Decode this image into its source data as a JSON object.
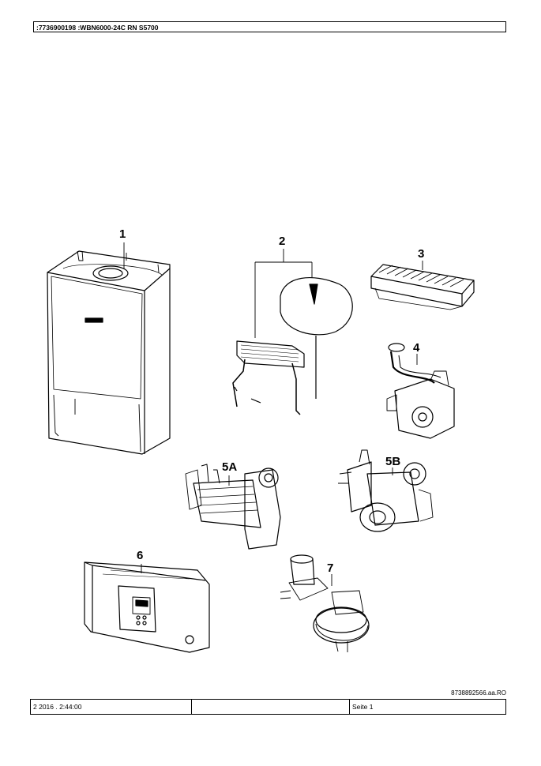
{
  "header": {
    "text": ":7736900198  :WBN6000-24C RN S5700"
  },
  "parts": [
    {
      "label": "1",
      "icon": "boiler-unit-icon"
    },
    {
      "label": "2",
      "icon": "heat-exchanger-expansion-vessel-icon"
    },
    {
      "label": "3",
      "icon": "burner-icon"
    },
    {
      "label": "4",
      "icon": "pump-assembly-icon"
    },
    {
      "label": "5A",
      "icon": "hydraulic-group-a-icon"
    },
    {
      "label": "5B",
      "icon": "hydraulic-group-b-icon"
    },
    {
      "label": "6",
      "icon": "front-panel-icon"
    },
    {
      "label": "7",
      "icon": "fan-icon"
    }
  ],
  "doc_ref": "8738892566.aa.RO",
  "footer": {
    "date": "2  2016 . 2:44:00",
    "middle": "",
    "page": "Seite 1"
  }
}
